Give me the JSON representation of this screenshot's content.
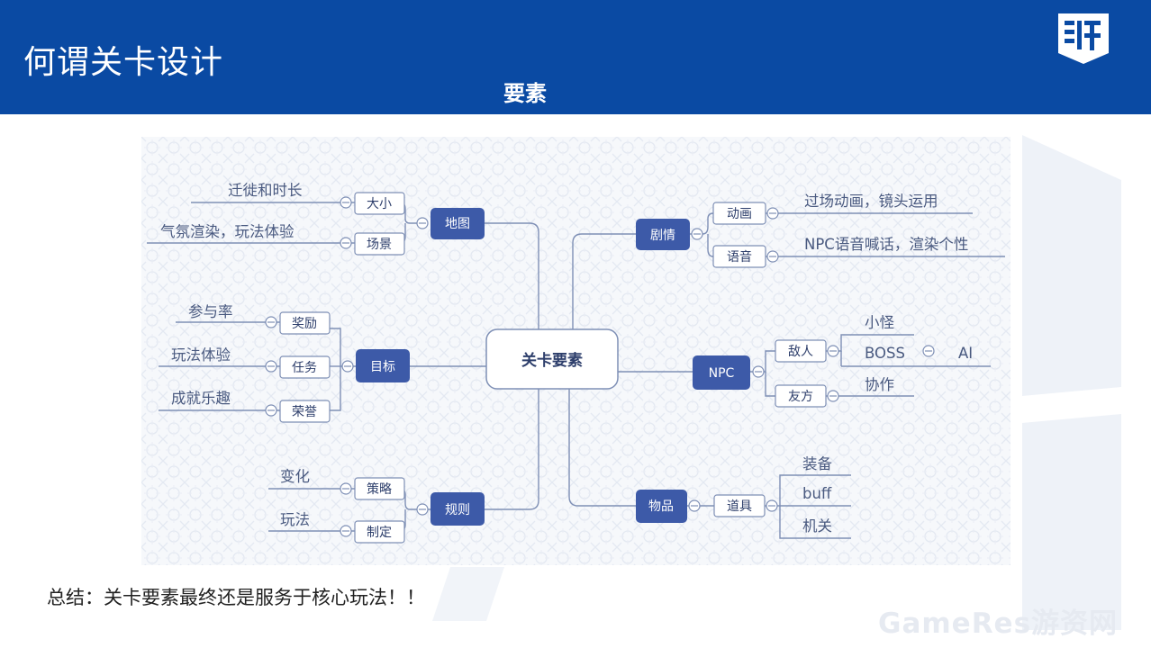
{
  "header": {
    "title": "何谓关卡设计",
    "section": "要素"
  },
  "mindmap": {
    "center": "关卡要素",
    "branches": {
      "map": {
        "label": "地图",
        "children": [
          {
            "label": "大小",
            "note": "迁徙和时长"
          },
          {
            "label": "场景",
            "note": "气氛渲染，玩法体验"
          }
        ]
      },
      "goal": {
        "label": "目标",
        "children": [
          {
            "label": "奖励",
            "note": "参与率"
          },
          {
            "label": "任务",
            "note": "玩法体验"
          },
          {
            "label": "荣誉",
            "note": "成就乐趣"
          }
        ]
      },
      "rules": {
        "label": "规则",
        "children": [
          {
            "label": "策略",
            "note": "变化"
          },
          {
            "label": "制定",
            "note": "玩法"
          }
        ]
      },
      "story": {
        "label": "剧情",
        "children": [
          {
            "label": "动画",
            "note": "过场动画，镜头运用"
          },
          {
            "label": "语音",
            "note": "NPC语音喊话，渲染个性"
          }
        ]
      },
      "npc": {
        "label": "NPC",
        "enemy": {
          "label": "敌人",
          "items": [
            "小怪",
            "BOSS",
            "AI"
          ]
        },
        "ally": {
          "label": "友方",
          "note": "协作"
        }
      },
      "items": {
        "label": "物品",
        "prop": {
          "label": "道具",
          "items": [
            "装备",
            "buff",
            "机关"
          ]
        }
      }
    }
  },
  "summary": "总结：关卡要素最终还是服务于核心玩法！！",
  "watermark": "GameRes游资网",
  "colors": {
    "header": "#0a4aa3",
    "node_dark": "#3d5aa8",
    "node_light": "#ffffff",
    "line": "#7e8fb5",
    "text": "#2d3e6b"
  }
}
